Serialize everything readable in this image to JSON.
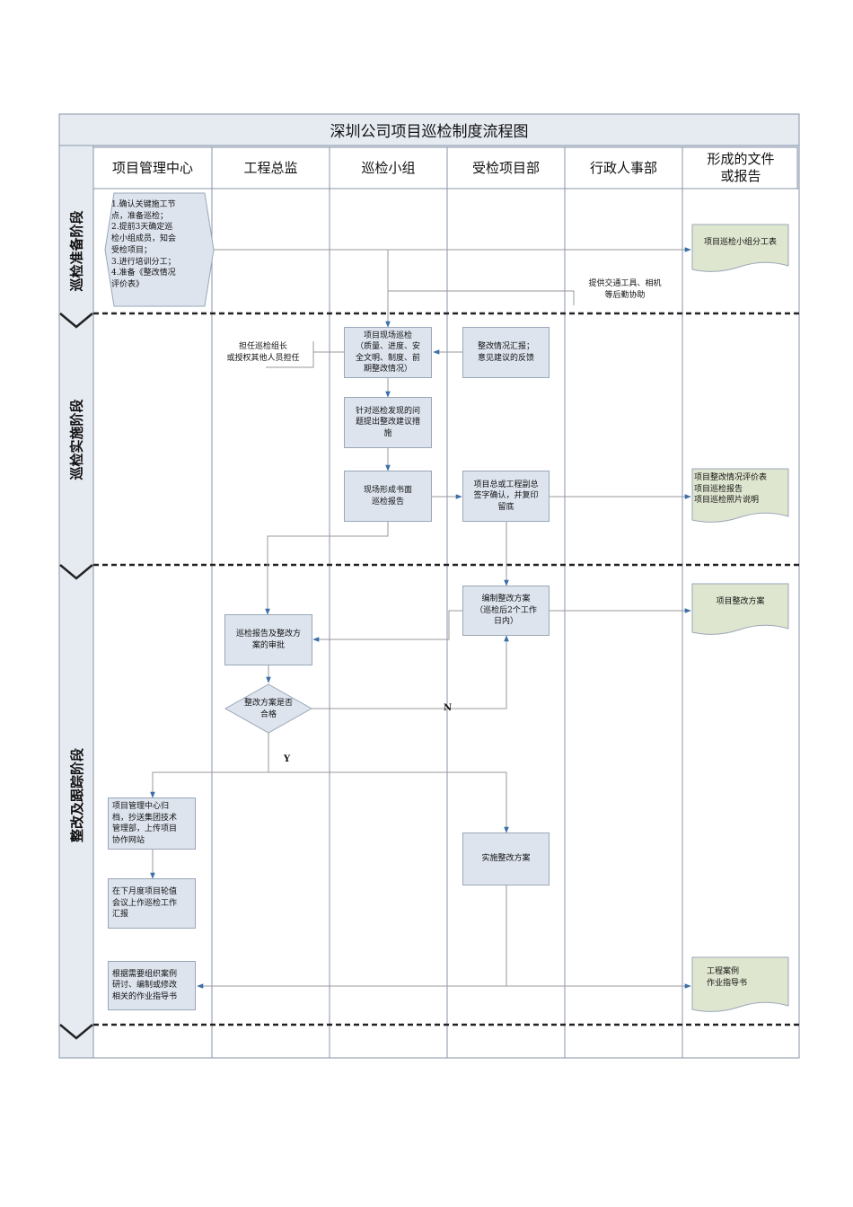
{
  "title": "深圳公司项目巡检制度流程图",
  "columns": [
    "项目管理中心",
    "工程总监",
    "巡检小组",
    "受检项目部",
    "行政人事部",
    "形成的文件\n或报告"
  ],
  "phases": [
    "巡检准备阶段",
    "巡检实施阶段",
    "整改及跟踪阶段"
  ],
  "prep": {
    "steps": "1.确认关键施工节\n点，准备巡检；\n2.提前3天确定巡\n检小组成员，知会\n受检项目；\n3.进行培训分工；\n4.准备《整改情况\n评价表》",
    "admin_note": "提供交通工具、相机\n等后勤协助",
    "doc": "项目巡检小组分工表"
  },
  "impl": {
    "leader_note": "担任巡检组长\n或授权其他人员担任",
    "site_inspection": "项目现场巡检\n（质量、进度、安\n全文明、制度、前\n期整改情况）",
    "feedback": "整改情况汇报；\n意见建议的反馈",
    "proposals": "针对巡检发现的问\n题提出整改建议措\n施",
    "written_report": "现场形成书面\n巡检报告",
    "confirm": "项目总或工程副总\n签字确认，并复印\n留底",
    "docs": "项目整改情况评价表\n项目巡检报告\n项目巡检照片说明"
  },
  "rect": {
    "plan": "编制整改方案\n（巡检后2个工作\n日内）",
    "plan_doc": "项目整改方案",
    "review": "巡检报告及整改方\n案的审批",
    "decision": "整改方案是否\n合格",
    "no": "N",
    "yes": "Y",
    "archive": "项目管理中心归\n档，抄送集团技术\n管理部，上传项目\n协作网站",
    "meeting": "在下月度项目轮值\n会议上作巡检工作\n汇报",
    "implement": "实施整改方案",
    "cases": "根据需要组织案例\n研讨、编制或修改\n相关的作业指导书",
    "cases_doc": "工程案例\n作业指导书"
  },
  "colors": {
    "node_fill": "#dde4ee",
    "node_border": "#9aa7b8",
    "doc_fill": "#dfe6cf",
    "header_fill": "#e6ebf2",
    "line": "#888888",
    "arrow": "#3a6ea8"
  }
}
